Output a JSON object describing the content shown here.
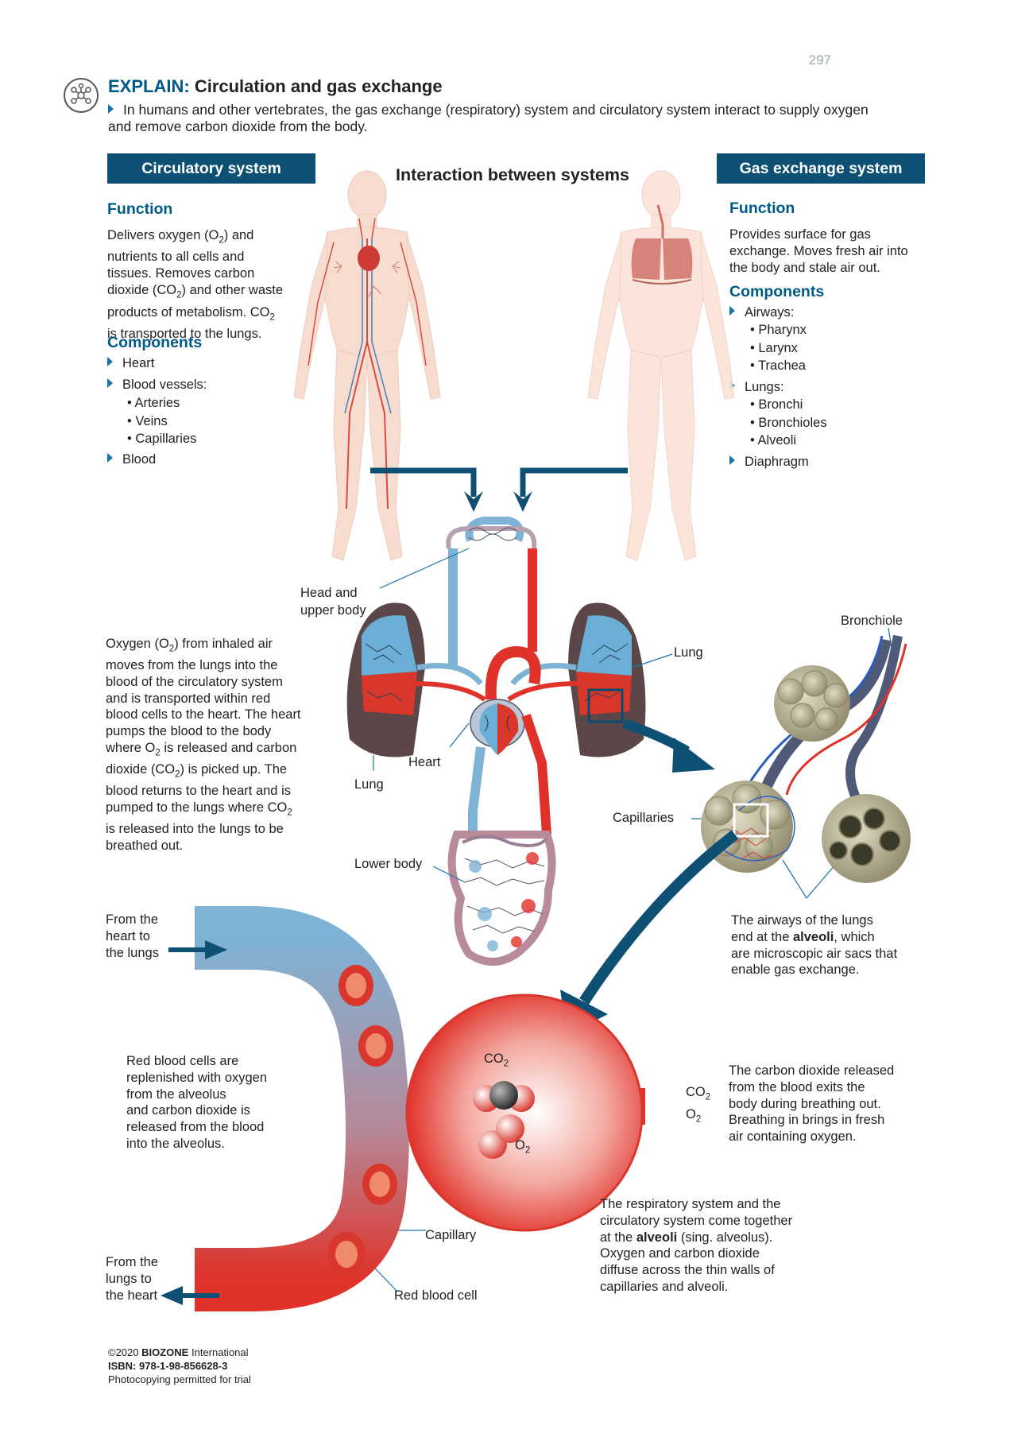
{
  "page_number": "297",
  "header": {
    "title_prefix": "EXPLAIN:",
    "title": "Circulation and gas exchange",
    "intro": "In humans and other vertebrates, the gas exchange (respiratory) system and circulatory system interact to supply oxygen and remove carbon dioxide from the body."
  },
  "circulatory": {
    "heading": "Circulatory system",
    "function_heading": "Function",
    "function_lines": [
      "Delivers oxygen (O",
      "2",
      ") and",
      "nutrients to all cells and",
      "tissues. Removes carbon",
      "dioxide (CO",
      "2",
      ") and other waste",
      "products of metabolism. CO",
      "2",
      "is transported to the lungs."
    ],
    "components_heading": "Components",
    "components": {
      "heart": "Heart",
      "vessels": "Blood vessels:",
      "vessel_types": [
        "• Arteries",
        "• Veins",
        "• Capillaries"
      ],
      "blood": "Blood"
    }
  },
  "interaction_title": "Interaction between systems",
  "gas_exchange": {
    "heading": "Gas exchange system",
    "function_heading": "Function",
    "function_lines": [
      "Provides surface for gas",
      "exchange. Moves fresh air into",
      "the body and stale air out."
    ],
    "components_heading": "Components",
    "components": {
      "airways": "Airways:",
      "airway_parts": [
        "• Pharynx",
        "• Larynx",
        "• Trachea"
      ],
      "lungs": "Lungs:",
      "lung_parts": [
        "• Bronchi",
        "• Bronchioles",
        "• Alveoli"
      ],
      "diaphragm": "Diaphragm"
    }
  },
  "labels": {
    "head_upper_body": [
      "Head and",
      "upper body"
    ],
    "lung_right": "Lung",
    "lung_left": "Lung",
    "heart": "Heart",
    "lower_body": "Lower body",
    "bronchiole": "Bronchiole",
    "capillaries": "Capillaries",
    "capillary": "Capillary",
    "red_blood_cell": "Red blood cell",
    "from_heart": [
      "From the",
      "heart to",
      "the lungs"
    ],
    "from_lungs": [
      "From the",
      "lungs to",
      "the heart"
    ],
    "co2": "CO",
    "o2": "O",
    "sub2": "2"
  },
  "oxygen_text": {
    "l1a": "Oxygen (O",
    "l1b": ") from inhaled air",
    "l2": "moves from the lungs into the",
    "l3": "blood of the circulatory system",
    "l4": "and is transported within red",
    "l5": "blood cells to the heart. The heart",
    "l6": "pumps the blood to the body",
    "l7a": "where O",
    "l7b": " is released and carbon",
    "l8a": "dioxide (CO",
    "l8b": ") is picked up. The",
    "l9": "blood returns to the heart and is",
    "l10a": "pumped to the lungs where CO",
    "l11": "is released into the lungs to be",
    "l12": "breathed out."
  },
  "alveoli_text": {
    "l1": "The airways of the lungs",
    "l2a": "end at the ",
    "l2b": "alveoli",
    "l2c": ", which",
    "l3": "are microscopic air sacs that",
    "l4": "enable gas exchange."
  },
  "rbc_text": [
    "Red blood cells are",
    "replenished with oxygen",
    "from the alveolus",
    "and carbon dioxide is",
    "released from the blood",
    "into the alveolus."
  ],
  "co2_text": [
    "The carbon dioxide released",
    "from the blood exits the",
    "body during breathing out.",
    "Breathing in brings in fresh",
    "air containing oxygen."
  ],
  "resp_text": {
    "l1": "The respiratory system and the",
    "l2": "circulatory system come together",
    "l3a": "at the ",
    "l3b": "alveoli",
    "l3c": " (sing. alveolus).",
    "l4": "Oxygen and carbon dioxide",
    "l5": "diffuse across the thin walls of",
    "l6": "capillaries and alveoli."
  },
  "footer": {
    "copyright": "©2020 ",
    "publisher": "BIOZONE",
    "publisher_suffix": " International",
    "isbn": "ISBN: 978-1-98-856628-3",
    "note": "Photocopying permitted for trial"
  }
}
